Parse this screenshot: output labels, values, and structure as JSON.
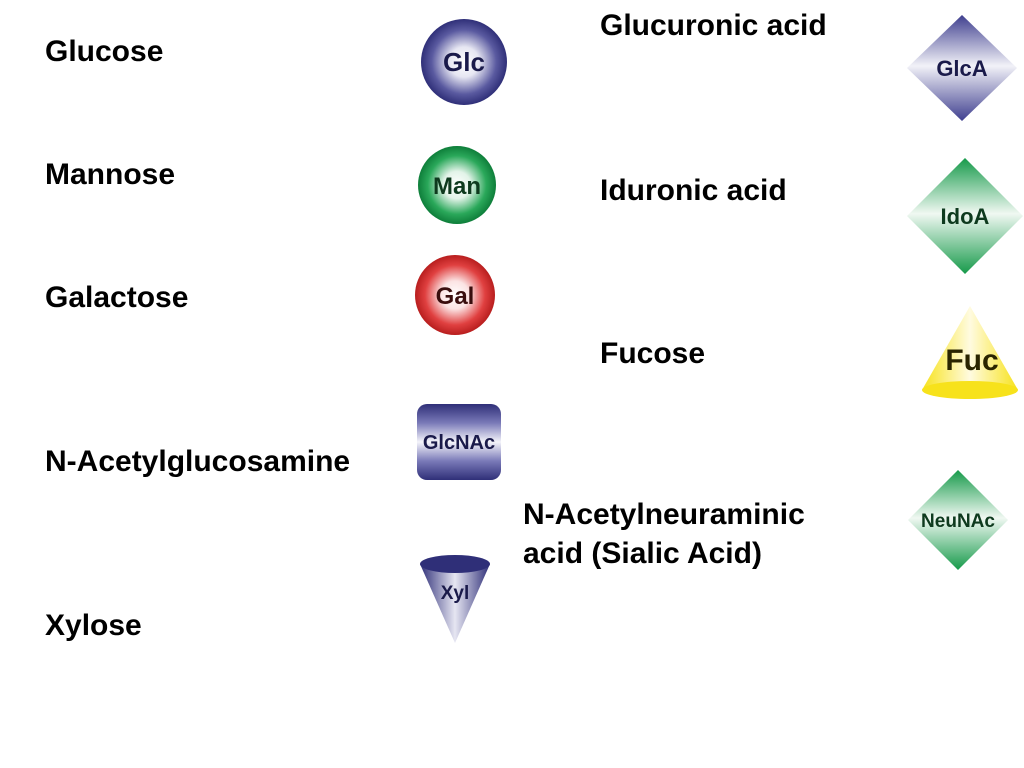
{
  "colors": {
    "blue": "#3f3f8f",
    "green": "#169a4a",
    "red": "#d42b2b",
    "yellow": "#f7e21b",
    "light": "#ffffff"
  },
  "items": {
    "glucose": {
      "name": "Glucose",
      "symbol": "Glc",
      "shape": "circle",
      "color": "blue"
    },
    "mannose": {
      "name": "Mannose",
      "symbol": "Man",
      "shape": "circle",
      "color": "green"
    },
    "galactose": {
      "name": "Galactose",
      "symbol": "Gal",
      "shape": "circle",
      "color": "red"
    },
    "glcnac": {
      "name": "N-Acetylglucosamine",
      "symbol": "GlcNAc",
      "shape": "square",
      "color": "blue"
    },
    "xylose": {
      "name": "Xylose",
      "symbol": "Xyl",
      "shape": "inverted-cone",
      "color": "blue"
    },
    "glca": {
      "name": "Glucuronic acid",
      "symbol": "GlcA",
      "shape": "diamond",
      "color": "blue"
    },
    "idoa": {
      "name": "Iduronic acid",
      "symbol": "IdoA",
      "shape": "diamond",
      "color": "green"
    },
    "fucose": {
      "name": "Fucose",
      "symbol": "Fuc",
      "shape": "cone",
      "color": "yellow"
    },
    "neunac": {
      "name_line1": "N-Acetylneuraminic",
      "name_line2": "acid (Sialic Acid)",
      "symbol": "NeuNAc",
      "shape": "diamond",
      "color": "green"
    }
  }
}
